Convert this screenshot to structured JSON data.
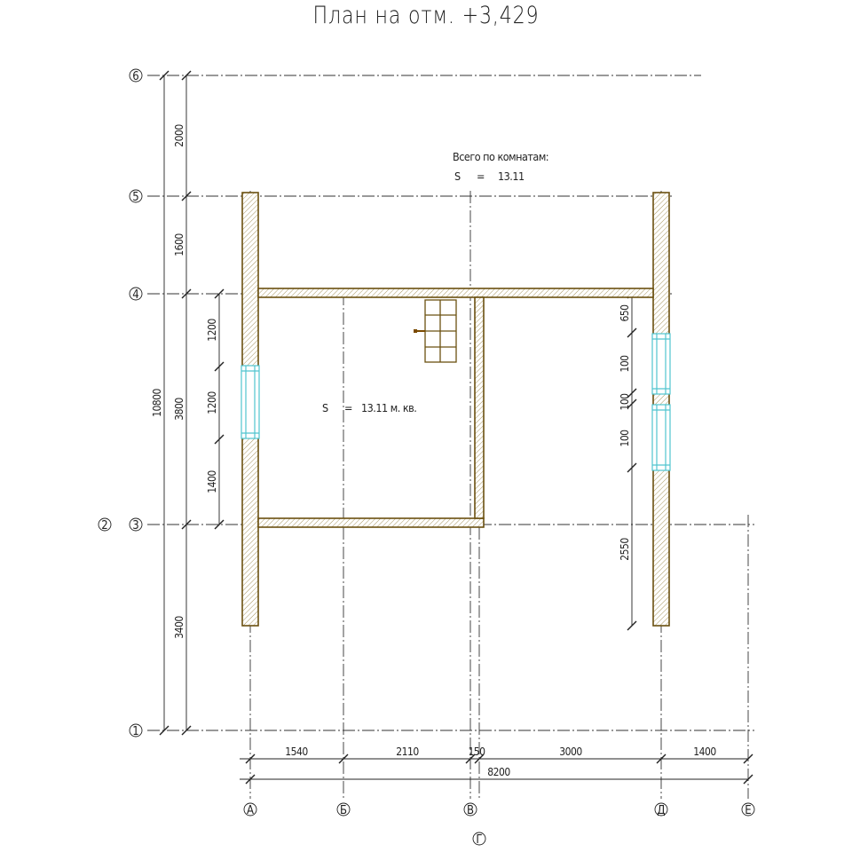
{
  "title": "План на отм. +3,429",
  "summary": {
    "heading": "Всего по комнатам:",
    "s_symbol": "S",
    "equals": "=",
    "value": "13.11"
  },
  "room": {
    "s_symbol": "S",
    "equals": "=",
    "area": "13.11 м. кв."
  },
  "axes": {
    "rows": [
      "6",
      "5",
      "4",
      "3",
      "2",
      "1"
    ],
    "columns": [
      "А",
      "Б",
      "В",
      "Г",
      "Д",
      "Е"
    ]
  },
  "dimensions": {
    "left_outer": "10800",
    "left_segments": [
      "2000",
      "1600",
      "3800",
      "3400"
    ],
    "left_wall": [
      "1200",
      "1200",
      "1400"
    ],
    "right_wall": [
      "650",
      "100",
      "100",
      "100",
      "2550"
    ],
    "bottom_segments": [
      "1540",
      "2110",
      "150",
      "3000",
      "1400"
    ],
    "bottom_total": "8200"
  },
  "colors": {
    "wall_outline": "#7a5a10",
    "window": "#4fc4cf",
    "axis_line": "#222222",
    "hatch": "#9a8a60"
  }
}
